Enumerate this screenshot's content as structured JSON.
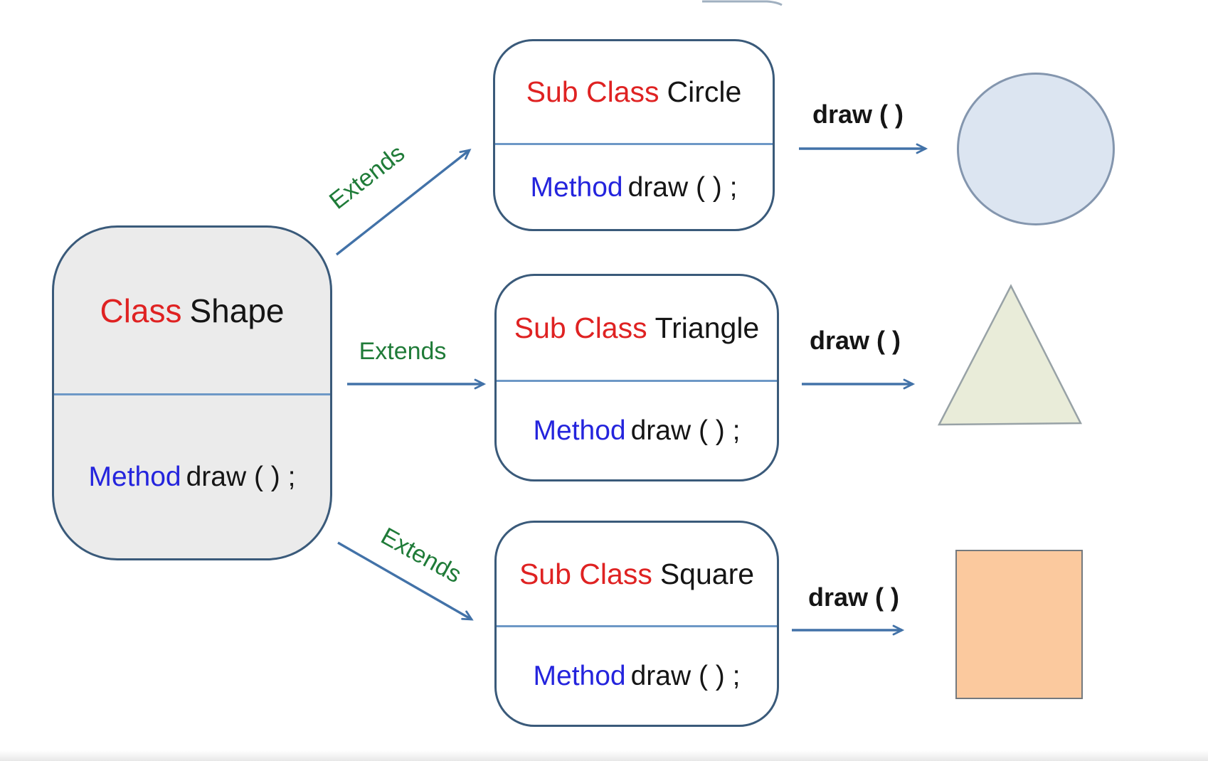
{
  "diagram_title": "Class Shape polymorphism inheritance diagram",
  "colors": {
    "background": "#ffffff",
    "box_border": "#3a5a7a",
    "divider": "#6d98c6",
    "base_fill": "#ebebeb",
    "subclass_fill": "#ffffff",
    "keyword_red": "#df2222",
    "method_blue": "#2424dd",
    "text_dark": "#151515",
    "extends_green": "#1f7b38",
    "arrow_blue": "#4272a8",
    "circle_fill": "#dce5f1",
    "circle_border": "#8496ae",
    "triangle_fill": "#e9ecd9",
    "triangle_border": "#98a2a6",
    "square_fill": "#fbc99e",
    "square_border": "#74797e",
    "artifact_line": "#8fa2b5"
  },
  "base_class": {
    "keyword": "Class",
    "name": "Shape",
    "method_keyword": "Method",
    "method_signature": "draw ( ) ;"
  },
  "rows": [
    {
      "subclass": {
        "keyword": "Sub Class",
        "name": "Circle",
        "method_keyword": "Method",
        "method_signature": "draw ( ) ;"
      },
      "extends_label": "Extends",
      "draw_label": "draw ( )",
      "result_shape": "circle"
    },
    {
      "subclass": {
        "keyword": "Sub Class",
        "name": "Triangle",
        "method_keyword": "Method",
        "method_signature": "draw ( ) ;"
      },
      "extends_label": "Extends",
      "draw_label": "draw ( )",
      "result_shape": "triangle"
    },
    {
      "subclass": {
        "keyword": "Sub Class",
        "name": "Square",
        "method_keyword": "Method",
        "method_signature": "draw ( ) ;"
      },
      "extends_label": "Extends",
      "draw_label": "draw ( )",
      "result_shape": "square"
    }
  ]
}
